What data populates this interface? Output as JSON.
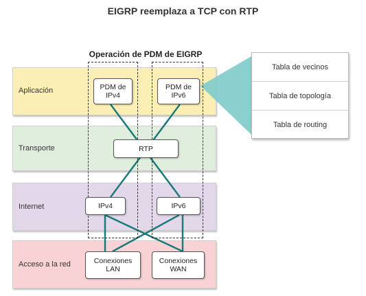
{
  "title": "EIGRP reemplaza a TCP con RTP",
  "pdm_caption": "Operación de PDM de EIGRP",
  "layers": [
    {
      "id": "aplicacion",
      "label": "Aplicación",
      "color": "#fbefb6"
    },
    {
      "id": "transporte",
      "label": "Transporte",
      "color": "#e0efdd"
    },
    {
      "id": "internet",
      "label": "Internet",
      "color": "#e3d8ea"
    },
    {
      "id": "acceso",
      "label": "Acceso a la red",
      "color": "#f8d2d4"
    }
  ],
  "nodes": {
    "pdm_ipv4": {
      "line1": "PDM de",
      "line2": "IPv4"
    },
    "pdm_ipv6": {
      "line1": "PDM de",
      "line2": "IPv6"
    },
    "rtp": {
      "label": "RTP"
    },
    "ipv4": {
      "label": "IPv4"
    },
    "ipv6": {
      "label": "IPv6"
    },
    "lan": {
      "line1": "Conexiones",
      "line2": "LAN"
    },
    "wan": {
      "line1": "Conexiones",
      "line2": "WAN"
    }
  },
  "tables": [
    "Tabla de vecinos",
    "Tabla de topología",
    "Tabla de routing"
  ],
  "colors": {
    "connector": "#1c7a7a",
    "callout": "#7fcaca"
  }
}
